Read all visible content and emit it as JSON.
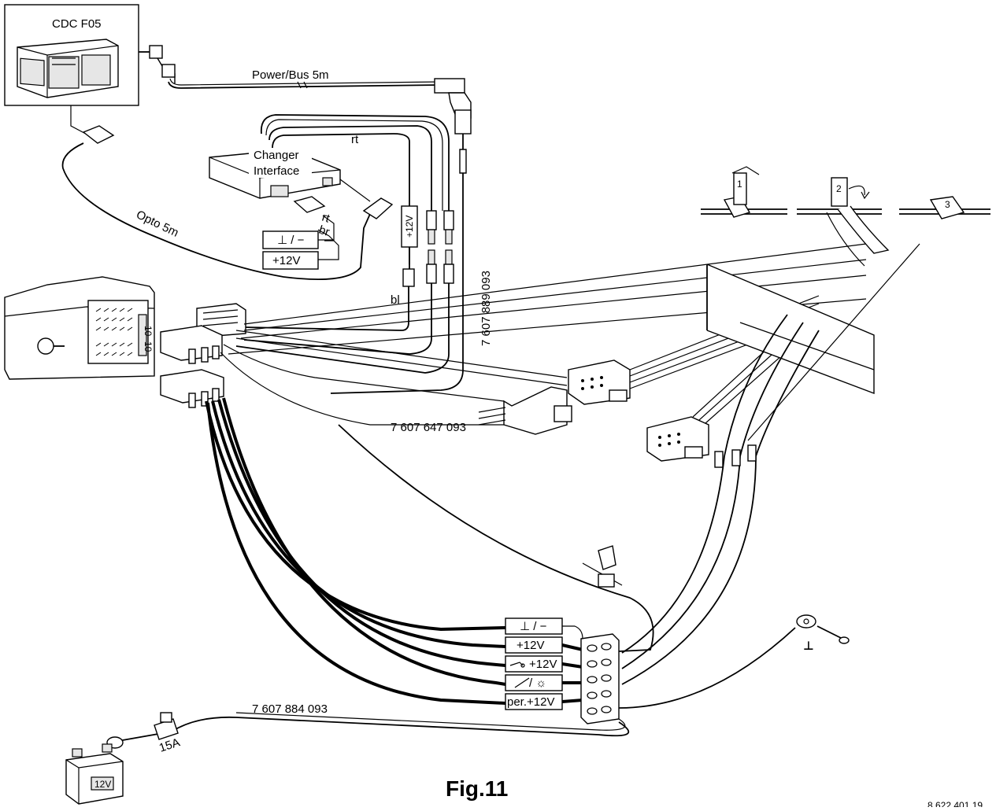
{
  "figure": {
    "caption": "Fig.11",
    "doc_number": "8 622 401 19"
  },
  "components": {
    "changer": "CDC F05",
    "interface_line1": "Changer",
    "interface_line2": "Interface",
    "battery": "12V"
  },
  "cables": {
    "power_bus": "Power/Bus 5m",
    "opto": "Opto 5m",
    "harness_vertical": "7 607 889 093",
    "harness_main": "7 607 647 093",
    "harness_battery": "7 607 884 093"
  },
  "wire_colors": {
    "rt_top": "rt",
    "rt_interface": "rt",
    "br_interface": "br",
    "bl": "bl"
  },
  "interface_terminals": {
    "ground": "⊥ / −",
    "plus12": "+12V",
    "inline_switch": "+12V"
  },
  "terminal_block_labels": [
    "⊥ / −",
    "+12V",
    "+12V",
    "/ ☼",
    "per.+12V"
  ],
  "fuse": "15A",
  "clip_steps": [
    "1",
    "2",
    "3"
  ],
  "radio_pin_labels": [
    "10",
    "10"
  ],
  "ground_symbol": "⊥"
}
